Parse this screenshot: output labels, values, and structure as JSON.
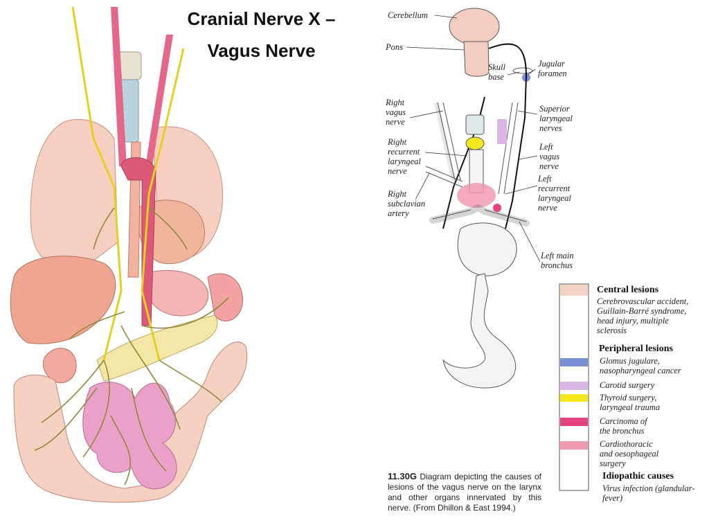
{
  "title": {
    "line1": "Cranial Nerve X –",
    "line2": "Vagus Nerve"
  },
  "diagram_labels": {
    "cerebellum": "Cerebellum",
    "pons": "Pons",
    "skull_base": [
      "Skull",
      "base"
    ],
    "jugular_foramen": [
      "Jugular",
      "foramen"
    ],
    "right_vagus_nerve": [
      "Right",
      "vagus",
      "nerve"
    ],
    "superior_laryngeal_nerves": [
      "Superior",
      "laryngeal",
      "nerves"
    ],
    "right_recurrent_laryngeal_nerve": [
      "Right",
      "recurrent",
      "laryngeal",
      "nerve"
    ],
    "left_vagus_nerve": [
      "Left",
      "vagus",
      "nerve"
    ],
    "left_recurrent_laryngeal_nerve": [
      "Left",
      "recurrent",
      "laryngeal",
      "nerve"
    ],
    "right_subclavian_artery": [
      "Right",
      "subclavian",
      "artery"
    ],
    "left_main_bronchus": [
      "Left main",
      "bronchus"
    ]
  },
  "legend": {
    "central_heading": "Central lesions",
    "central_text": [
      "Cerebrovascular accident,",
      "Guillain-Barré syndrome,",
      "head injury, multiple",
      "sclerosis"
    ],
    "peripheral_heading": "Peripheral lesions",
    "items": [
      {
        "lines": [
          "Glomus jugulare,",
          "nasopharyngeal cancer"
        ],
        "color": "#7b8fd4"
      },
      {
        "lines": [
          "Carotid surgery"
        ],
        "color": "#d9b6e6"
      },
      {
        "lines": [
          "Thyroid surgery,",
          "laryngeal trauma"
        ],
        "color": "#f2e81c"
      },
      {
        "lines": [
          "Carcinoma of",
          "the bronchus"
        ],
        "color": "#e2457f"
      },
      {
        "lines": [
          "Cardiothoracic",
          "and oesophageal",
          "surgery"
        ],
        "color": "#f09ab0"
      }
    ],
    "idiopathic_heading": "Idiopathic causes",
    "idiopathic_text": [
      "Virus infection (glandular-",
      "fever)"
    ],
    "central_color": "#f6d3c5"
  },
  "caption": {
    "figure_number": "11.30G",
    "text": "Diagram depicting the causes of lesions of the vagus nerve on the larynx and other organs innervated by this nerve. (From Dhillon & East 1994.)"
  }
}
